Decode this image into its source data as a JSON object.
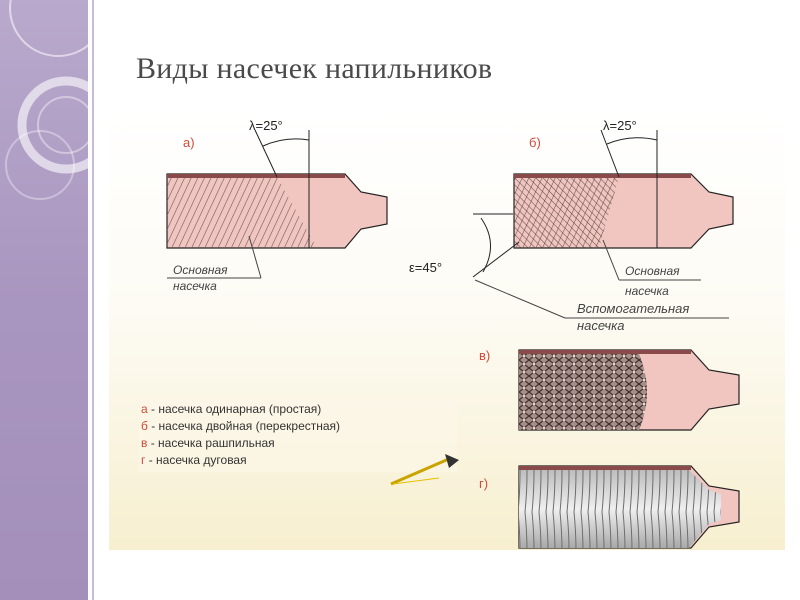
{
  "slide": {
    "title": "Виды насечек напильников"
  },
  "figure": {
    "panel_a": {
      "letter": "а)",
      "angle": "λ=25°",
      "cut_label_1": "Основная",
      "cut_label_2": "насечка"
    },
    "panel_b": {
      "letter": "б)",
      "angle": "λ=25°",
      "aux_angle": "ε=45°",
      "main_label_1": "Основная",
      "main_label_2": "насечка",
      "aux_label_1": "Вспомогательная",
      "aux_label_2": "насечка"
    },
    "panel_v": {
      "letter": "в)"
    },
    "panel_g": {
      "letter": "г)"
    },
    "legend": [
      {
        "key": "а",
        "text": " - насечка одинарная (простая)"
      },
      {
        "key": "б",
        "text": " - насечка двойная (перекрестная)"
      },
      {
        "key": "в",
        "text": " - насечка рашпильная"
      },
      {
        "key": "г",
        "text": " - насечка дуговая"
      }
    ],
    "colors": {
      "file_body": "#f2c6c0",
      "file_outline": "#222222",
      "file_top_edge": "#8a4a4a",
      "hatch": "#6e5a5a",
      "label_red": "#d24a3a",
      "background_top": "#ffffff",
      "background_bottom": "#f8f1d2"
    }
  }
}
